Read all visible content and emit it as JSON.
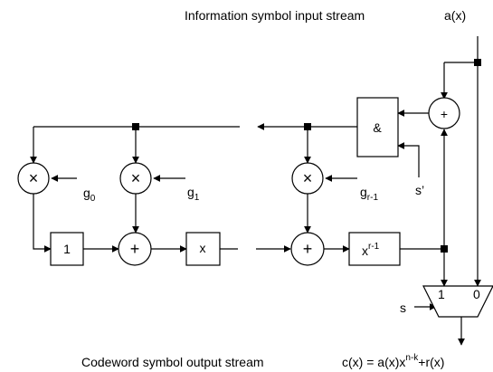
{
  "input_label": "Information symbol input stream",
  "input_symbol": "a(x)",
  "output_label": "Codeword symbol output stream",
  "output_formula": {
    "p1": "c(x) = a(x)x",
    "sup": "n-k",
    "p2": "+r(x)"
  },
  "and_gate": "&",
  "s_prime": "s’",
  "mux_select": "s",
  "mux_in1": "1",
  "mux_in0": "0",
  "times_symbol": "×",
  "plus_symbol": "+",
  "g0": {
    "base": "g",
    "sub": "0"
  },
  "g1": {
    "base": "g",
    "sub": "1"
  },
  "gr1": {
    "base": "g",
    "sub": "r-1"
  },
  "reg_one": "1",
  "reg_x": "x",
  "reg_xr1": {
    "base": "x",
    "sup": "r-1"
  }
}
